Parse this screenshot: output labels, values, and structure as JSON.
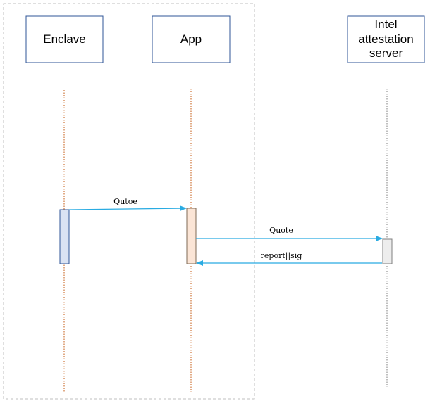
{
  "participants": [
    {
      "id": "enclave",
      "label": "Enclave"
    },
    {
      "id": "app",
      "label": "App"
    },
    {
      "id": "ias",
      "label": "Intel\nattestation\nserver"
    }
  ],
  "messages": [
    {
      "label": "Qutoe",
      "from": "enclave",
      "to": "app"
    },
    {
      "label": "Quote",
      "from": "app",
      "to": "ias"
    },
    {
      "label": "report||sig",
      "from": "ias",
      "to": "app"
    }
  ],
  "colors": {
    "arrow": "#29abe2",
    "enclave_activation": "#dae3f3",
    "app_activation": "#fbe5d6",
    "ias_activation": "#ededed",
    "box_border": "#2f5597",
    "lifeline_left": "#c55a11",
    "lifeline_right": "#7f7f7f",
    "boundary": "#bfbfbf"
  }
}
